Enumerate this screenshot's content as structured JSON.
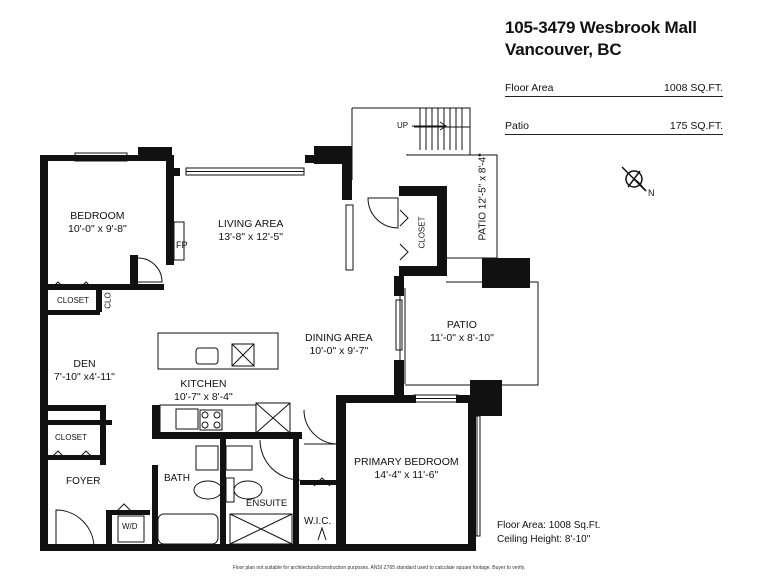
{
  "header": {
    "address_line1": "105-3479 Wesbrook Mall",
    "address_line2": "Vancouver, BC"
  },
  "areas": [
    {
      "label": "Floor Area",
      "value": "1008 SQ.FT."
    },
    {
      "label": "Patio",
      "value": "175 SQ.FT."
    }
  ],
  "rooms": {
    "bedroom": {
      "name": "BEDROOM",
      "dims": "10'-0\" x 9'-8\""
    },
    "living": {
      "name": "LIVING AREA",
      "dims": "13'-8\" x 12'-5\""
    },
    "dining": {
      "name": "DINING AREA",
      "dims": "10'-0\" x 9'-7\""
    },
    "patio_main": {
      "name": "PATIO",
      "dims": "11'-0\" x 8'-10\""
    },
    "patio_upper": {
      "name": "PATIO",
      "dims": "12'-5\" x 8'-4\""
    },
    "den": {
      "name": "DEN",
      "dims": "7'-10\" x4'-11\""
    },
    "kitchen": {
      "name": "KITCHEN",
      "dims": "10'-7\" x 8'-4\""
    },
    "primary": {
      "name": "PRIMARY BEDROOM",
      "dims": "14'-4\" x 11'-6\""
    }
  },
  "labels": {
    "closet_bedroom": "CLOSET",
    "clo": "CLO",
    "fp": "FP",
    "closet_den": "CLOSET",
    "closet_upper": "CLOSET",
    "foyer": "FOYER",
    "bath": "BATH",
    "ensuite": "ENSUITE",
    "wic": "W.I.C.",
    "wd": "W/D",
    "up": "UP",
    "compass_n": "N"
  },
  "footer": {
    "floor_area": "Floor Area: 1008 Sq.Ft.",
    "ceiling": "Ceiling Height: 8'-10\"",
    "disclaimer": "Floor plan not suitable for architectural/construction purposes. ANSI Z765 standard used to calculate square footage. Buyer to verify."
  }
}
